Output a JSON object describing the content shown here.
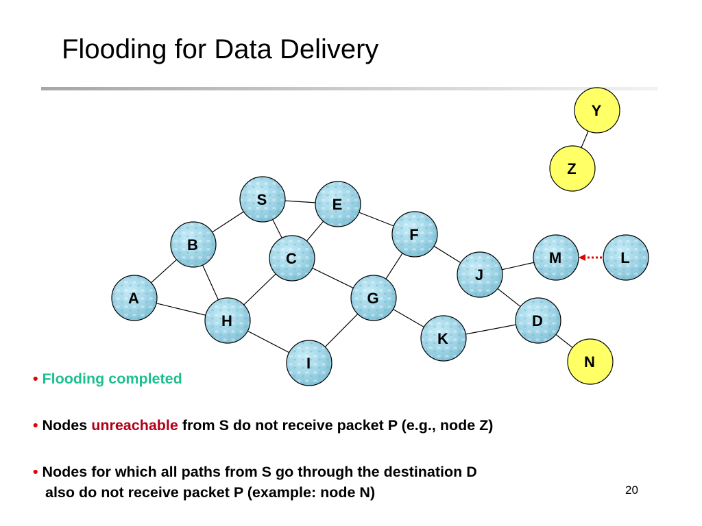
{
  "title": "Flooding for Data Delivery",
  "page_number": "20",
  "bullets": {
    "b1": {
      "text": "Flooding completed"
    },
    "b2": {
      "before": "Nodes ",
      "highlight": "unreachable",
      "after": " from S do not receive packet P (e.g., node Z)"
    },
    "b3": {
      "line1": "Nodes for which all paths from S go through the destination D",
      "line2": "also do not receive packet P (example: node N)"
    }
  },
  "colors": {
    "title_rule": "#b0b0b0",
    "bullet_dot": "#e00000",
    "completed_text": "#1dbf8e",
    "unreachable_text": "#b00018",
    "node_textured_fill": "#9fd4e6",
    "node_unreached_fill": "#ffff66",
    "arrow": "#e00000"
  },
  "graph": {
    "nodes": [
      {
        "id": "S",
        "label": "S",
        "state": "received"
      },
      {
        "id": "E",
        "label": "E",
        "state": "received"
      },
      {
        "id": "F",
        "label": "F",
        "state": "received"
      },
      {
        "id": "B",
        "label": "B",
        "state": "received"
      },
      {
        "id": "C",
        "label": "C",
        "state": "received"
      },
      {
        "id": "M",
        "label": "M",
        "state": "received"
      },
      {
        "id": "L",
        "label": "L",
        "state": "received"
      },
      {
        "id": "J",
        "label": "J",
        "state": "received"
      },
      {
        "id": "A",
        "label": "A",
        "state": "received"
      },
      {
        "id": "G",
        "label": "G",
        "state": "received"
      },
      {
        "id": "H",
        "label": "H",
        "state": "received"
      },
      {
        "id": "D",
        "label": "D",
        "state": "received"
      },
      {
        "id": "K",
        "label": "K",
        "state": "received"
      },
      {
        "id": "I",
        "label": "I",
        "state": "received"
      },
      {
        "id": "N",
        "label": "N",
        "state": "unreached"
      },
      {
        "id": "Y",
        "label": "Y",
        "state": "unreached"
      },
      {
        "id": "Z",
        "label": "Z",
        "state": "unreached"
      }
    ],
    "edges": [
      [
        "S",
        "E"
      ],
      [
        "S",
        "B"
      ],
      [
        "S",
        "C"
      ],
      [
        "E",
        "C"
      ],
      [
        "E",
        "F"
      ],
      [
        "B",
        "A"
      ],
      [
        "B",
        "H"
      ],
      [
        "A",
        "H"
      ],
      [
        "C",
        "H"
      ],
      [
        "C",
        "G"
      ],
      [
        "H",
        "I"
      ],
      [
        "I",
        "G"
      ],
      [
        "G",
        "F"
      ],
      [
        "G",
        "K"
      ],
      [
        "F",
        "J"
      ],
      [
        "J",
        "M"
      ],
      [
        "J",
        "D"
      ],
      [
        "K",
        "D"
      ],
      [
        "D",
        "N"
      ],
      [
        "Y",
        "Z"
      ]
    ],
    "transmissions": [
      {
        "from": "L",
        "to": "M",
        "style": "dotted-arrow"
      }
    ]
  }
}
